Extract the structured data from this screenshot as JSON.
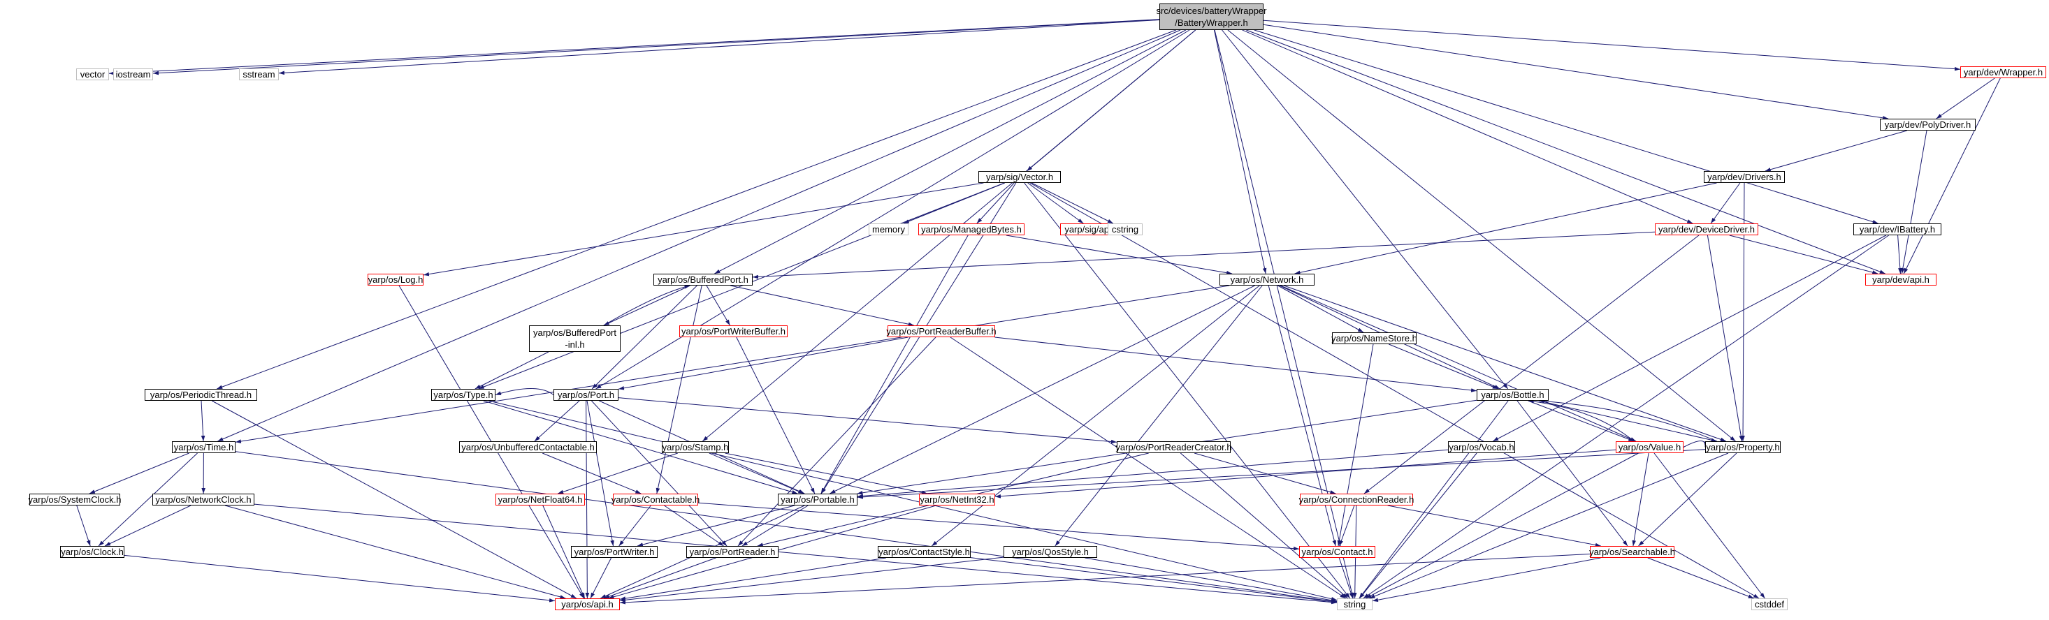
{
  "diagram": {
    "edge_color": "#191970",
    "colors": {
      "normal": "#000000",
      "external": "#bfbfbf",
      "truncated": "#ff0000",
      "root_fill": "#bfbfbf"
    },
    "nodes": [
      {
        "id": "root",
        "label": "src/devices/batteryWrapper\n/BatteryWrapper.h",
        "kind": "root"
      },
      {
        "id": "vector",
        "label": "vector",
        "kind": "external"
      },
      {
        "id": "iostream",
        "label": "iostream",
        "kind": "external"
      },
      {
        "id": "sstream",
        "label": "sstream",
        "kind": "external"
      },
      {
        "id": "wrapper",
        "label": "yarp/dev/Wrapper.h",
        "kind": "truncated"
      },
      {
        "id": "polydriver",
        "label": "yarp/dev/PolyDriver.h",
        "kind": "normal"
      },
      {
        "id": "drivers",
        "label": "yarp/dev/Drivers.h",
        "kind": "normal"
      },
      {
        "id": "sigvector",
        "label": "yarp/sig/Vector.h",
        "kind": "normal"
      },
      {
        "id": "memory",
        "label": "memory",
        "kind": "external"
      },
      {
        "id": "managedbytes",
        "label": "yarp/os/ManagedBytes.h",
        "kind": "truncated"
      },
      {
        "id": "sigapi",
        "label": "yarp/sig/api.h",
        "kind": "truncated"
      },
      {
        "id": "cstring",
        "label": "cstring",
        "kind": "external"
      },
      {
        "id": "devicedriver",
        "label": "yarp/dev/DeviceDriver.h",
        "kind": "truncated"
      },
      {
        "id": "ibattery",
        "label": "yarp/dev/IBattery.h",
        "kind": "normal"
      },
      {
        "id": "devapi",
        "label": "yarp/dev/api.h",
        "kind": "truncated"
      },
      {
        "id": "log",
        "label": "yarp/os/Log.h",
        "kind": "truncated"
      },
      {
        "id": "bufferedport",
        "label": "yarp/os/BufferedPort.h",
        "kind": "normal"
      },
      {
        "id": "network",
        "label": "yarp/os/Network.h",
        "kind": "normal"
      },
      {
        "id": "bufferedportinl",
        "label": "yarp/os/BufferedPort\n-inl.h",
        "kind": "normal"
      },
      {
        "id": "portwriterbuffer",
        "label": "yarp/os/PortWriterBuffer.h",
        "kind": "truncated"
      },
      {
        "id": "portreaderbuffer",
        "label": "yarp/os/PortReaderBuffer.h",
        "kind": "truncated"
      },
      {
        "id": "namestore",
        "label": "yarp/os/NameStore.h",
        "kind": "normal"
      },
      {
        "id": "periodicthread",
        "label": "yarp/os/PeriodicThread.h",
        "kind": "normal"
      },
      {
        "id": "type",
        "label": "yarp/os/Type.h",
        "kind": "normal"
      },
      {
        "id": "port",
        "label": "yarp/os/Port.h",
        "kind": "normal"
      },
      {
        "id": "bottle",
        "label": "yarp/os/Bottle.h",
        "kind": "normal"
      },
      {
        "id": "time",
        "label": "yarp/os/Time.h",
        "kind": "normal"
      },
      {
        "id": "unbuffered",
        "label": "yarp/os/UnbufferedContactable.h",
        "kind": "normal"
      },
      {
        "id": "stamp",
        "label": "yarp/os/Stamp.h",
        "kind": "normal"
      },
      {
        "id": "portreadercreator",
        "label": "yarp/os/PortReaderCreator.h",
        "kind": "normal"
      },
      {
        "id": "vocab",
        "label": "yarp/os/Vocab.h",
        "kind": "normal"
      },
      {
        "id": "value",
        "label": "yarp/os/Value.h",
        "kind": "truncated"
      },
      {
        "id": "property",
        "label": "yarp/os/Property.h",
        "kind": "normal"
      },
      {
        "id": "systemclock",
        "label": "yarp/os/SystemClock.h",
        "kind": "normal"
      },
      {
        "id": "networkclock",
        "label": "yarp/os/NetworkClock.h",
        "kind": "normal"
      },
      {
        "id": "netfloat64",
        "label": "yarp/os/NetFloat64.h",
        "kind": "truncated"
      },
      {
        "id": "contactable",
        "label": "yarp/os/Contactable.h",
        "kind": "truncated"
      },
      {
        "id": "portable",
        "label": "yarp/os/Portable.h",
        "kind": "normal"
      },
      {
        "id": "netint32",
        "label": "yarp/os/NetInt32.h",
        "kind": "truncated"
      },
      {
        "id": "connectionreader",
        "label": "yarp/os/ConnectionReader.h",
        "kind": "truncated"
      },
      {
        "id": "clock",
        "label": "yarp/os/Clock.h",
        "kind": "normal"
      },
      {
        "id": "portwriter",
        "label": "yarp/os/PortWriter.h",
        "kind": "normal"
      },
      {
        "id": "portreader",
        "label": "yarp/os/PortReader.h",
        "kind": "normal"
      },
      {
        "id": "contactstyle",
        "label": "yarp/os/ContactStyle.h",
        "kind": "normal"
      },
      {
        "id": "qosstyle",
        "label": "yarp/os/QosStyle.h",
        "kind": "normal"
      },
      {
        "id": "contact",
        "label": "yarp/os/Contact.h",
        "kind": "truncated"
      },
      {
        "id": "searchable",
        "label": "yarp/os/Searchable.h",
        "kind": "truncated"
      },
      {
        "id": "osapi",
        "label": "yarp/os/api.h",
        "kind": "truncated"
      },
      {
        "id": "string",
        "label": "string",
        "kind": "external"
      },
      {
        "id": "cstddef",
        "label": "cstddef",
        "kind": "external"
      }
    ],
    "edges": [
      [
        "root",
        "vector"
      ],
      [
        "root",
        "iostream"
      ],
      [
        "root",
        "sstream"
      ],
      [
        "root",
        "wrapper"
      ],
      [
        "root",
        "polydriver"
      ],
      [
        "root",
        "sigvector"
      ],
      [
        "root",
        "devicedriver"
      ],
      [
        "root",
        "ibattery"
      ],
      [
        "root",
        "devapi"
      ],
      [
        "root",
        "bufferedport"
      ],
      [
        "root",
        "network"
      ],
      [
        "root",
        "periodicthread"
      ],
      [
        "root",
        "port"
      ],
      [
        "root",
        "bottle"
      ],
      [
        "root",
        "time"
      ],
      [
        "root",
        "stamp"
      ],
      [
        "root",
        "property"
      ],
      [
        "root",
        "string"
      ],
      [
        "wrapper",
        "polydriver"
      ],
      [
        "wrapper",
        "devapi"
      ],
      [
        "polydriver",
        "drivers"
      ],
      [
        "polydriver",
        "devapi"
      ],
      [
        "drivers",
        "devicedriver"
      ],
      [
        "drivers",
        "network"
      ],
      [
        "drivers",
        "property"
      ],
      [
        "sigvector",
        "memory"
      ],
      [
        "sigvector",
        "managedbytes"
      ],
      [
        "sigvector",
        "sigapi"
      ],
      [
        "sigvector",
        "cstring"
      ],
      [
        "sigvector",
        "log"
      ],
      [
        "sigvector",
        "type"
      ],
      [
        "sigvector",
        "portable"
      ],
      [
        "sigvector",
        "string"
      ],
      [
        "sigvector",
        "cstddef"
      ],
      [
        "managedbytes",
        "network"
      ],
      [
        "managedbytes",
        "portable"
      ],
      [
        "devicedriver",
        "bufferedport"
      ],
      [
        "devicedriver",
        "devapi"
      ],
      [
        "devicedriver",
        "property"
      ],
      [
        "devicedriver",
        "connectionreader"
      ],
      [
        "ibattery",
        "devapi"
      ],
      [
        "ibattery",
        "vocab"
      ],
      [
        "ibattery",
        "string"
      ],
      [
        "log",
        "osapi"
      ],
      [
        "bufferedport",
        "bufferedportinl"
      ],
      [
        "bufferedport",
        "portwriterbuffer"
      ],
      [
        "bufferedport",
        "portreaderbuffer"
      ],
      [
        "bufferedport",
        "port"
      ],
      [
        "bufferedport",
        "contactable"
      ],
      [
        "bufferedportinl",
        "bufferedport"
      ],
      [
        "bufferedportinl",
        "type"
      ],
      [
        "network",
        "namestore"
      ],
      [
        "network",
        "bottle"
      ],
      [
        "network",
        "property"
      ],
      [
        "network",
        "value"
      ],
      [
        "network",
        "portable"
      ],
      [
        "network",
        "contact"
      ],
      [
        "network",
        "contactstyle"
      ],
      [
        "network",
        "qosstyle"
      ],
      [
        "network",
        "time"
      ],
      [
        "portwriterbuffer",
        "portable"
      ],
      [
        "portreaderbuffer",
        "port"
      ],
      [
        "portreaderbuffer",
        "bottle"
      ],
      [
        "portreaderbuffer",
        "portreader"
      ],
      [
        "portreaderbuffer",
        "string"
      ],
      [
        "namestore",
        "bottle"
      ],
      [
        "namestore",
        "contact"
      ],
      [
        "periodicthread",
        "time"
      ],
      [
        "periodicthread",
        "osapi"
      ],
      [
        "type",
        "portable"
      ],
      [
        "type",
        "string"
      ],
      [
        "port",
        "unbuffered"
      ],
      [
        "port",
        "portreadercreator"
      ],
      [
        "port",
        "portable"
      ],
      [
        "port",
        "portwriter"
      ],
      [
        "port",
        "portreader"
      ],
      [
        "port",
        "osapi"
      ],
      [
        "port",
        "type"
      ],
      [
        "bottle",
        "value"
      ],
      [
        "bottle",
        "property"
      ],
      [
        "bottle",
        "searchable"
      ],
      [
        "bottle",
        "portable"
      ],
      [
        "bottle",
        "string"
      ],
      [
        "value",
        "bottle"
      ],
      [
        "value",
        "property"
      ],
      [
        "value",
        "searchable"
      ],
      [
        "value",
        "netint32"
      ],
      [
        "value",
        "string"
      ],
      [
        "value",
        "cstddef"
      ],
      [
        "property",
        "bottle"
      ],
      [
        "property",
        "searchable"
      ],
      [
        "property",
        "portable"
      ],
      [
        "property",
        "string"
      ],
      [
        "time",
        "systemclock"
      ],
      [
        "time",
        "networkclock"
      ],
      [
        "time",
        "clock"
      ],
      [
        "time",
        "string"
      ],
      [
        "unbuffered",
        "contactable"
      ],
      [
        "stamp",
        "portable"
      ],
      [
        "stamp",
        "netfloat64"
      ],
      [
        "stamp",
        "netint32"
      ],
      [
        "portreadercreator",
        "portreader"
      ],
      [
        "portreadercreator",
        "connectionreader"
      ],
      [
        "portreadercreator",
        "string"
      ],
      [
        "vocab",
        "portable"
      ],
      [
        "vocab",
        "string"
      ],
      [
        "systemclock",
        "clock"
      ],
      [
        "networkclock",
        "clock"
      ],
      [
        "networkclock",
        "osapi"
      ],
      [
        "networkclock",
        "string"
      ],
      [
        "netfloat64",
        "osapi"
      ],
      [
        "contactable",
        "portwriter"
      ],
      [
        "contactable",
        "portreader"
      ],
      [
        "contactable",
        "contact"
      ],
      [
        "portable",
        "portwriter"
      ],
      [
        "portable",
        "portreader"
      ],
      [
        "portable",
        "osapi"
      ],
      [
        "netint32",
        "osapi"
      ],
      [
        "connectionreader",
        "contact"
      ],
      [
        "connectionreader",
        "searchable"
      ],
      [
        "connectionreader",
        "string"
      ],
      [
        "clock",
        "osapi"
      ],
      [
        "portwriter",
        "osapi"
      ],
      [
        "portreader",
        "osapi"
      ],
      [
        "contactstyle",
        "osapi"
      ],
      [
        "contactstyle",
        "string"
      ],
      [
        "qosstyle",
        "osapi"
      ],
      [
        "qosstyle",
        "string"
      ],
      [
        "contact",
        "string"
      ],
      [
        "searchable",
        "osapi"
      ],
      [
        "searchable",
        "string"
      ],
      [
        "searchable",
        "cstddef"
      ]
    ]
  }
}
